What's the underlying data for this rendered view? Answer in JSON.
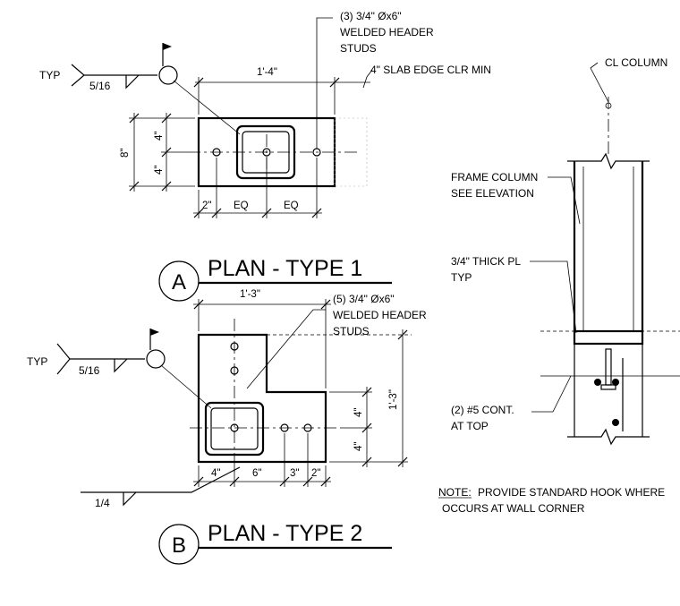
{
  "type1": {
    "weld_typ": "TYP",
    "weld_size": "5/16",
    "dim_overall_width": "1'-4\"",
    "dim_overall_height": "8\"",
    "dim_top_half": "4\"",
    "dim_bottom_half": "4\"",
    "dim_edge": "2\"",
    "dim_eq_left": "EQ",
    "dim_eq_right": "EQ",
    "studs_line1": "(3) 3/4\" Øx6\"",
    "studs_line2": "WELDED HEADER",
    "studs_line3": "STUDS",
    "slab_edge": "4\" SLAB EDGE CLR MIN",
    "tag": "A",
    "title": "PLAN - TYPE 1"
  },
  "type2": {
    "weld_typ": "TYP",
    "weld_size": "5/16",
    "fillet_size": "1/4",
    "dim_overall_width": "1'-3\"",
    "dim_overall_height": "1'-3\"",
    "dim_upper": "4\"",
    "dim_lower": "4\"",
    "dim_bottom_1": "4\"",
    "dim_bottom_2": "6\"",
    "dim_bottom_3": "3\"",
    "dim_bottom_4": "2\"",
    "studs_line1": "(5) 3/4\" Øx6\"",
    "studs_line2": "WELDED HEADER",
    "studs_line3": "STUDS",
    "tag": "B",
    "title": "PLAN - TYPE 2"
  },
  "elevation": {
    "cl_column": "CL COLUMN",
    "frame_col_1": "FRAME COLUMN",
    "frame_col_2": "SEE ELEVATION",
    "plate_1": "3/4\" THICK PL",
    "plate_2": "TYP",
    "bars_1": "(2) #5 CONT.",
    "bars_2": "AT TOP"
  },
  "note": {
    "label": "NOTE:",
    "line1": "PROVIDE STANDARD HOOK WHERE",
    "line2": "OCCURS AT WALL CORNER"
  }
}
